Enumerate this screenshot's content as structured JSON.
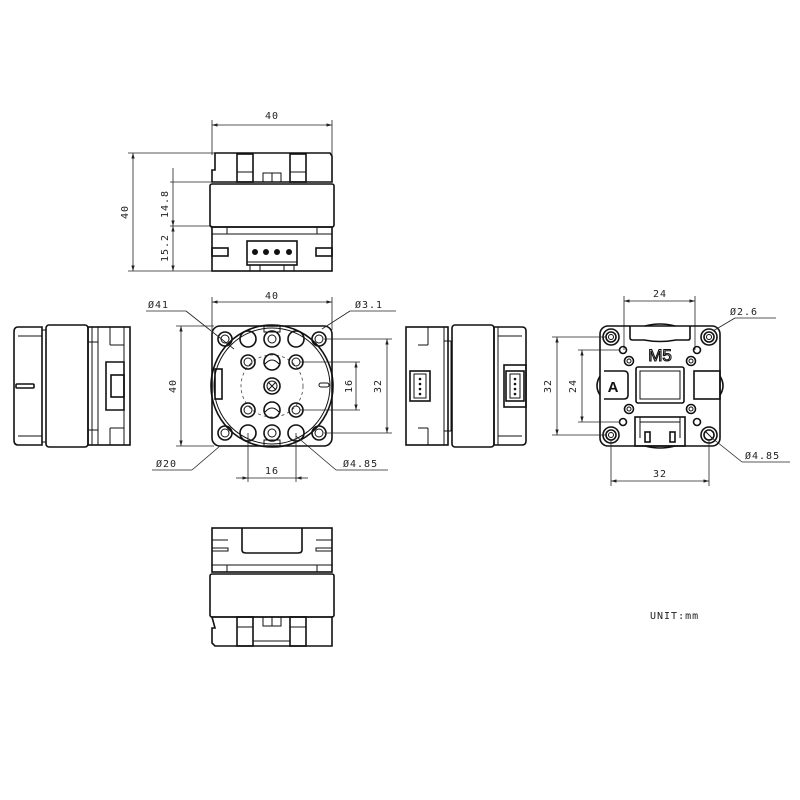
{
  "drawing": {
    "unit_label": "UNIT:mm",
    "top_view": {
      "width_dim": "40",
      "height_dim": "40",
      "upper_section_dim": "14.8",
      "lower_section_dim": "15.2"
    },
    "front_view": {
      "width_dim": "40",
      "height_dim": "40",
      "outer_diameter": "Ø41",
      "small_hole_diameter": "Ø3.1",
      "inner_circle_diameter": "Ø20",
      "large_hole_diameter": "Ø4.85",
      "inner_hole_spacing_v": "16",
      "outer_hole_spacing_v": "32",
      "bottom_hole_spacing_h": "16"
    },
    "back_view": {
      "top_spacing_dim": "24",
      "small_hole_diameter": "Ø2.6",
      "outer_spacing_v": "32",
      "inner_spacing_v": "24",
      "large_hole_diameter": "Ø4.85",
      "bottom_spacing_dim": "32",
      "brand_text": "M5",
      "port_label": "A"
    },
    "views": [
      "top-view",
      "left-side-view",
      "front-view",
      "right-side-view",
      "back-view",
      "bottom-view"
    ]
  }
}
